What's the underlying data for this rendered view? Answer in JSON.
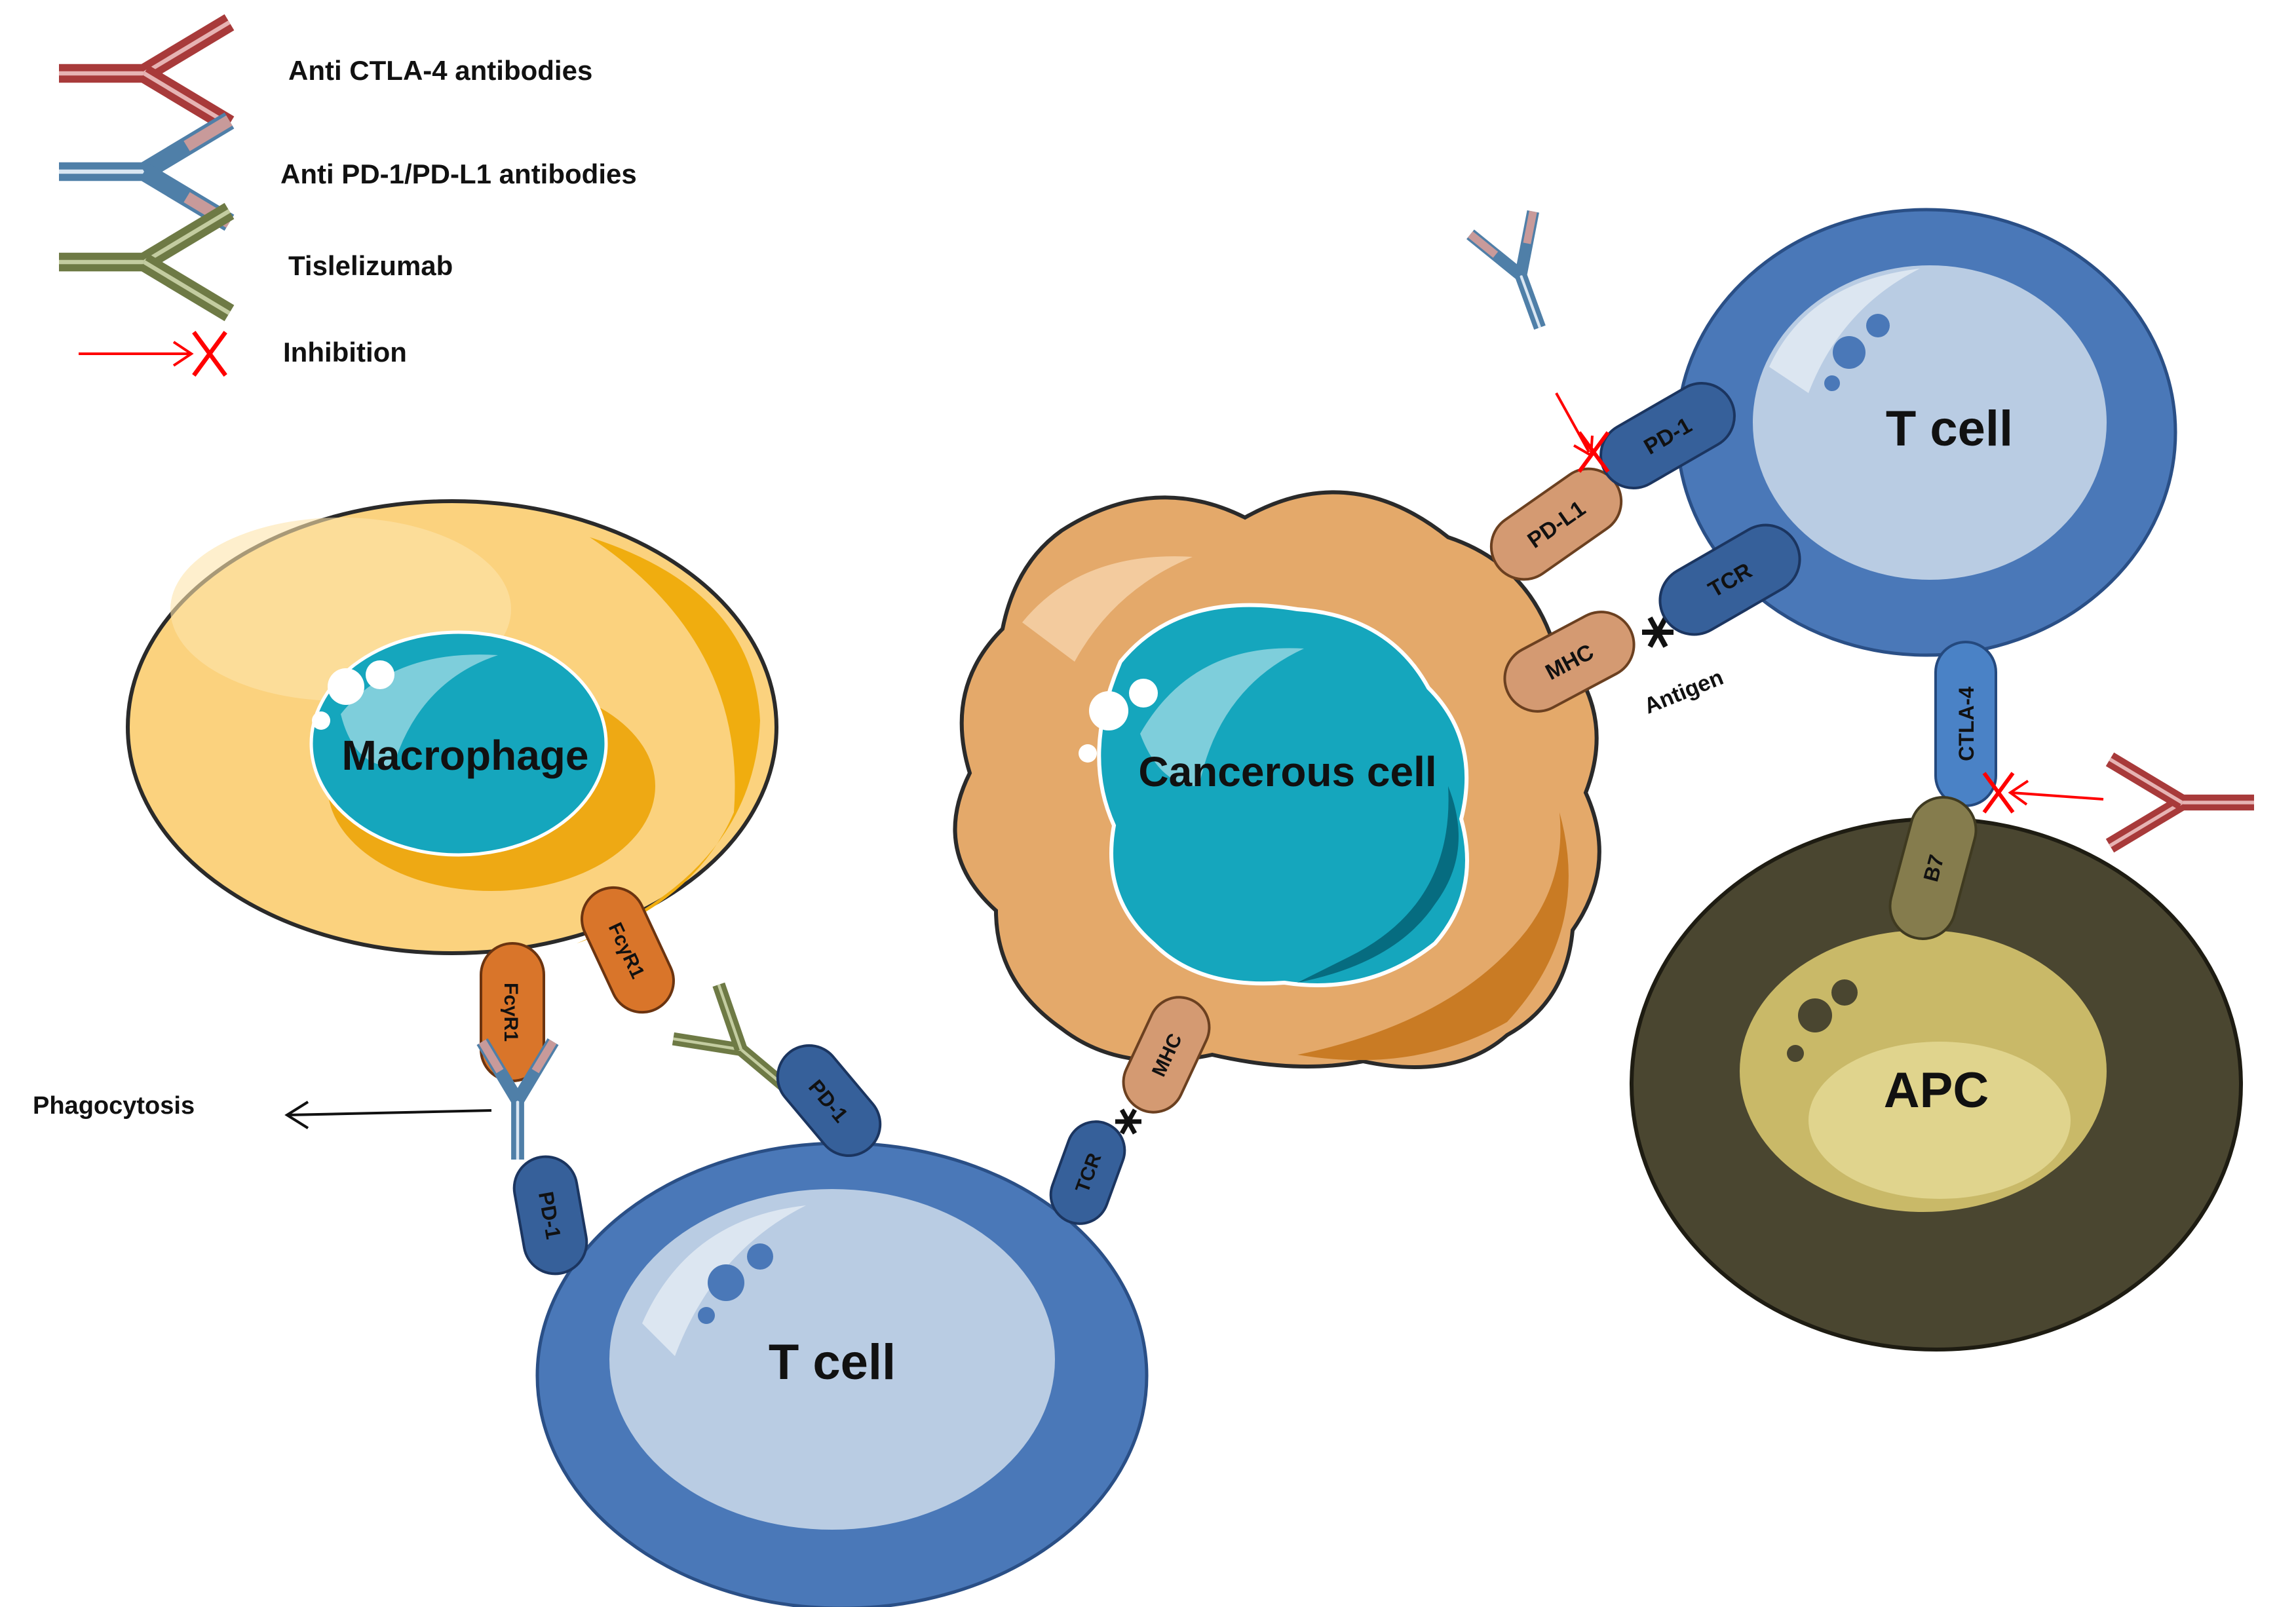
{
  "legend": {
    "anti_ctla4": "Anti CTLA-4 antibodies",
    "anti_pd1": "Anti PD-1/PD-L1 antibodies",
    "tislelizumab": "Tislelizumab",
    "inhibition": "Inhibition"
  },
  "cells": {
    "macrophage": "Macrophage",
    "cancerous": "Cancerous  cell",
    "t_cell_bottom": "T cell",
    "t_cell_top": "T cell",
    "apc": "APC"
  },
  "receptors": {
    "fcyr1_a": "FcγR1",
    "fcyr1_b": "FcγR1",
    "pd1_left": "PD-1",
    "pd1_mid": "PD-1",
    "tcr_bottom": "TCR",
    "mhc_bottom": "MHC",
    "pdl1": "PD-L1",
    "pd1_top": "PD-1",
    "mhc_top": "MHC",
    "tcr_top": "TCR",
    "ctla4": "CTLA-4",
    "b7": "B7"
  },
  "labels": {
    "phagocytosis": "Phagocytosis",
    "antigen": "Antigen"
  },
  "colors": {
    "anti_ctla4": "#a83a3a",
    "anti_pd1": "#4f7fa8",
    "tislelizumab": "#6e7a45",
    "inhibition": "#ff0000",
    "t_cell_outer": "#4a78b8",
    "t_cell_inner": "#b9cce3",
    "macrophage_outer": "#fbd27e",
    "macrophage_nucleus": "#15a6bd",
    "cancer_outer": "#e4a96a",
    "apc_outer": "#4a4630",
    "apc_inner": "#c9b968",
    "receptor_blue": "#36609a",
    "receptor_orange": "#d9752a",
    "receptor_tan": "#d49a72"
  }
}
